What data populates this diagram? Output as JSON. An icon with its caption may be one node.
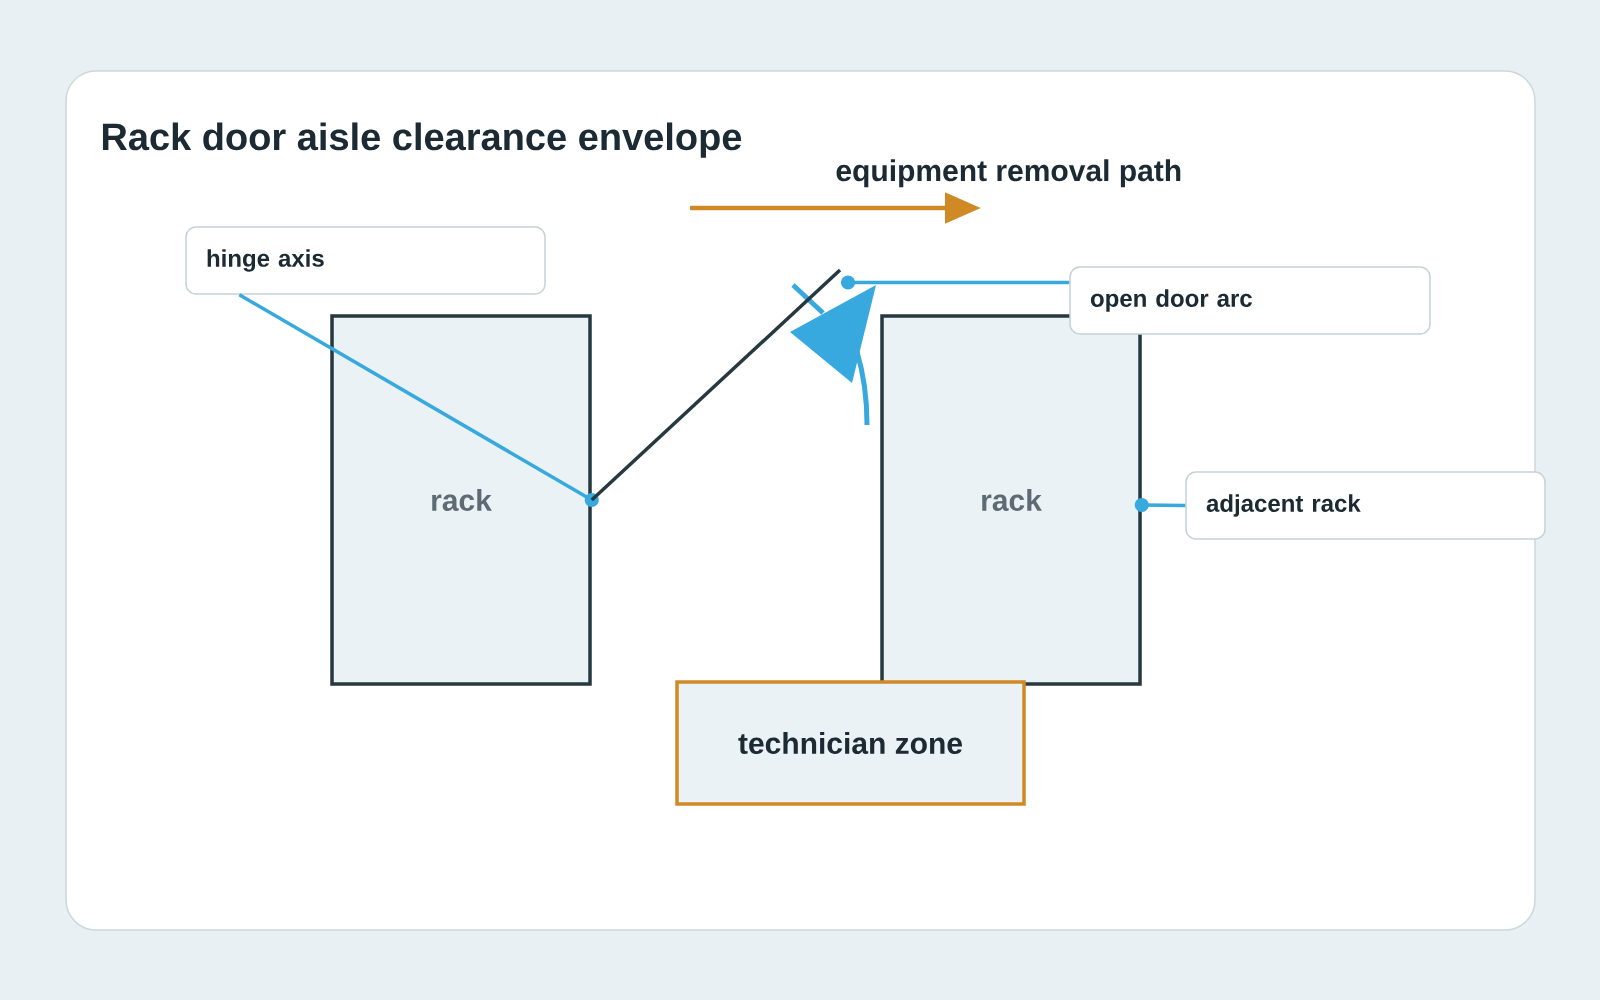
{
  "diagram": {
    "title": "Rack door aisle clearance envelope",
    "nodes": [
      {
        "text": [
          "hinge axis"
        ]
      },
      {
        "text": [
          "open door arc"
        ]
      },
      {
        "text": [],
        "shape": "arc"
      },
      {
        "text": [
          "rack"
        ]
      },
      {
        "text": [
          "rack"
        ]
      },
      {
        "text": [
          "adjacent rack"
        ]
      },
      {
        "text": [
          "technician zone"
        ]
      }
    ],
    "edges": [
      {
        "from": 0,
        "to": 3,
        "arrow": "other"
      },
      {
        "from": 1,
        "to": 2,
        "arrow": "other"
      },
      {
        "from": 5,
        "to": 4,
        "arrow": "other"
      },
      {
        "from": 3,
        "to": 2,
        "arrow": "none",
        "color": "#263840"
      }
    ],
    "labels": [
      "equipment removal path"
    ]
  }
}
